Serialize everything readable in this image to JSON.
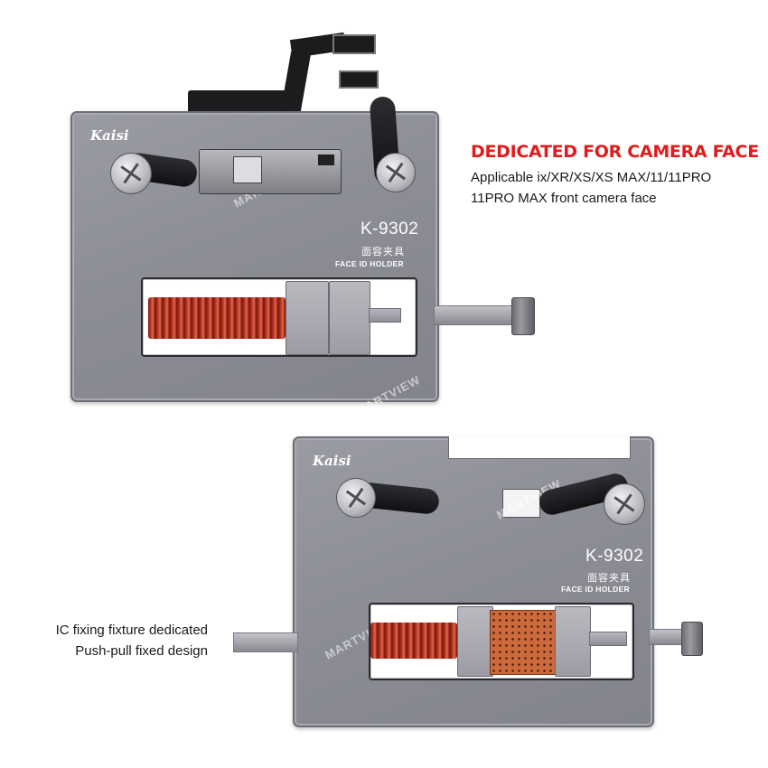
{
  "headline": "DEDICATED FOR CAMERA FACE",
  "applicable_line1": "Applicable ix/XR/XS/XS MAX/11/11PRO",
  "applicable_line2": "11PRO MAX front camera face",
  "caption_line1": "IC fixing fixture dedicated",
  "caption_line2": "Push-pull fixed design",
  "fixture_top": {
    "brand": "Kaisi",
    "model": "K-9302",
    "chinese_label": "面容夹具",
    "english_label": "FACE ID HOLDER"
  },
  "fixture_bottom": {
    "brand": "Kaisi",
    "model": "K-9302",
    "chinese_label": "面容夹具",
    "english_label": "FACE ID HOLDER"
  },
  "watermark": "MARTVIEW",
  "colors": {
    "headline": "#e21b1b",
    "text": "#1a1a1a",
    "plate": "#8c8d95",
    "spring": "#c03a28"
  }
}
